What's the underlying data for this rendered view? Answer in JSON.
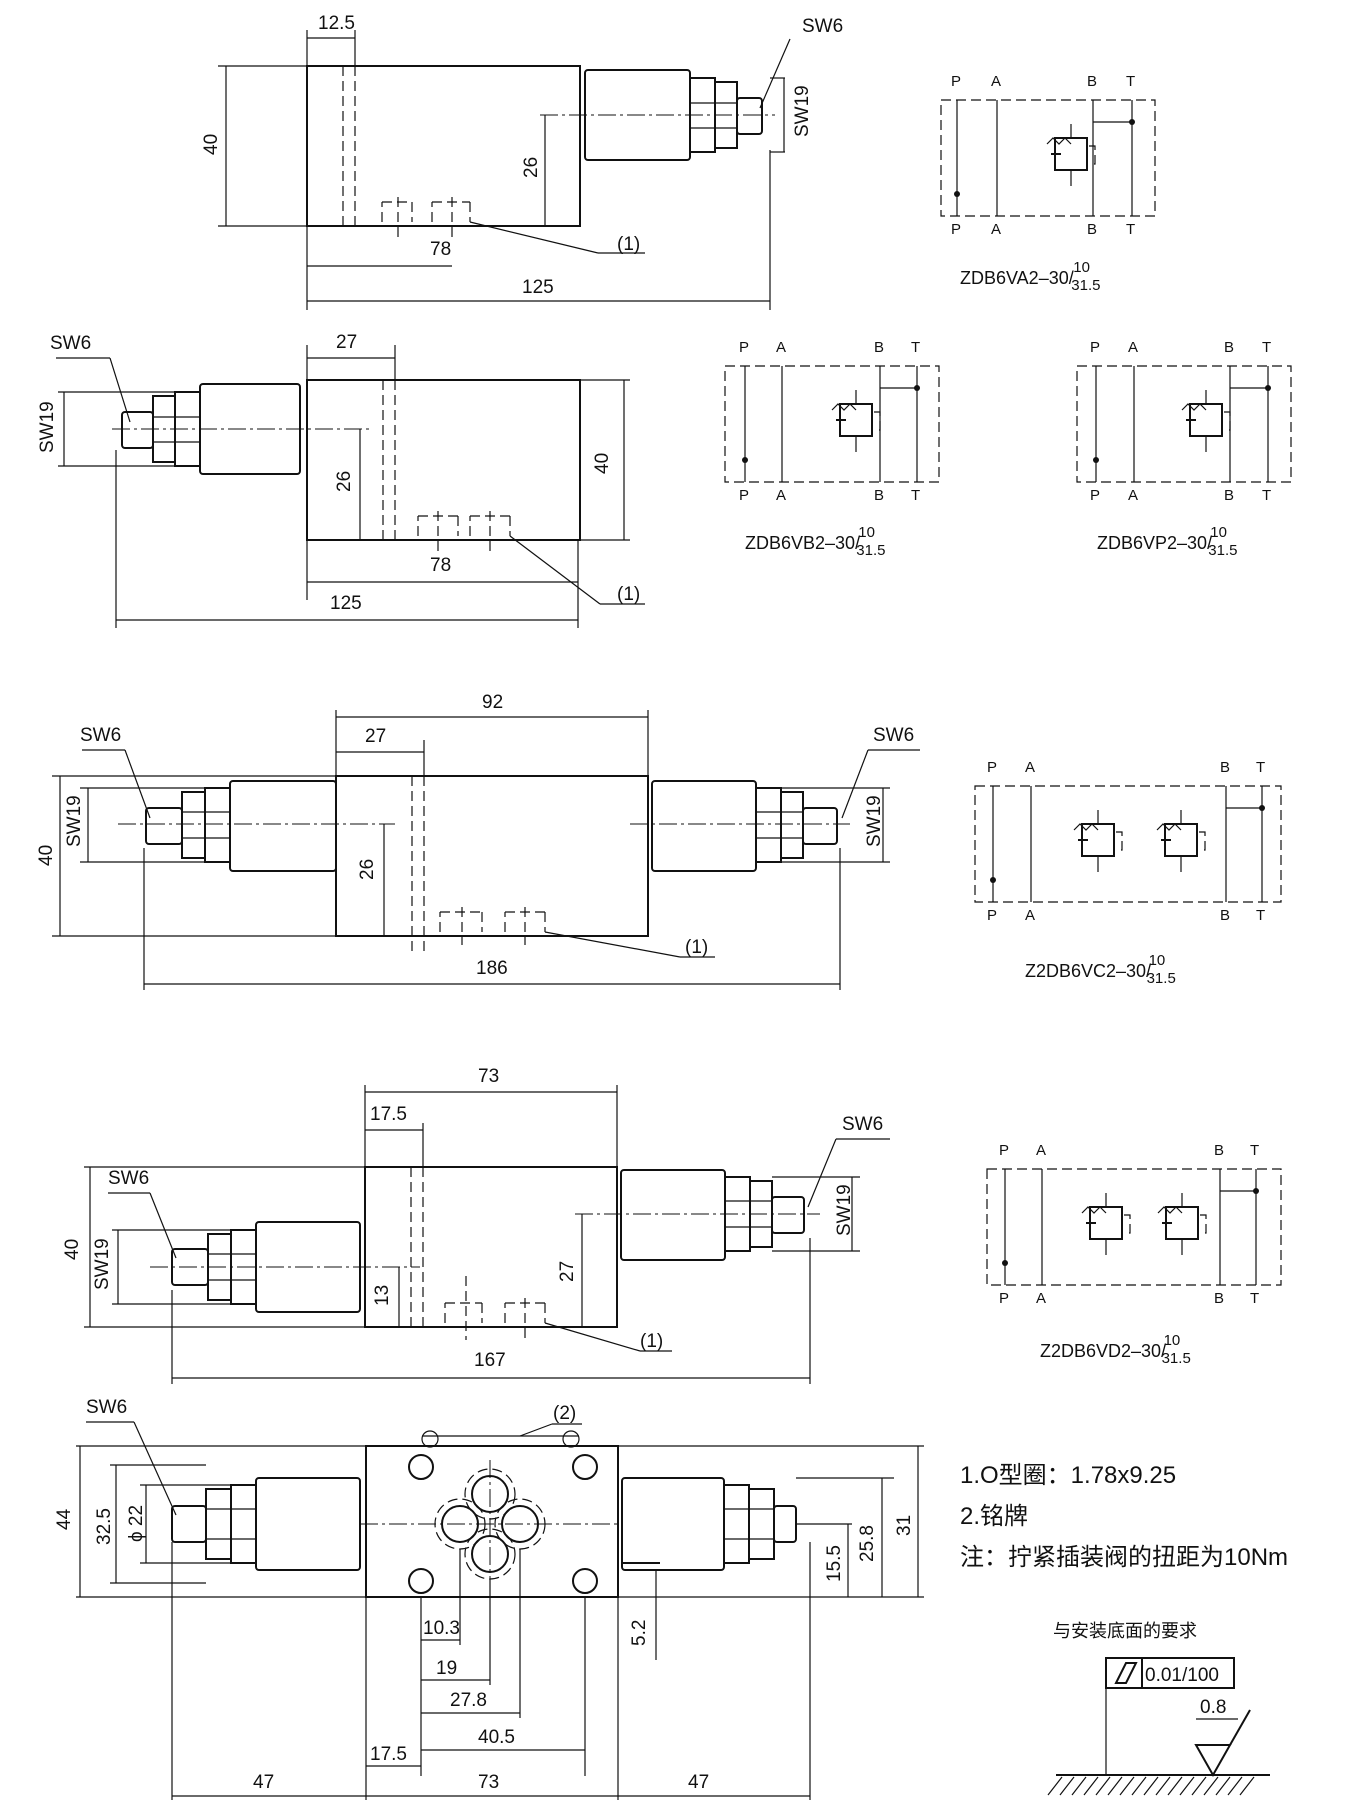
{
  "views": {
    "v1": {
      "d_width": "12.5",
      "sw_pin": "SW6",
      "sw_nut": "SW19",
      "d_height": "40",
      "d_center": "26",
      "d_ports": "78",
      "d_length": "125",
      "ref_seal": "(1)"
    },
    "v2": {
      "sw_pin": "SW6",
      "d_width": "27",
      "sw_nut": "SW19",
      "d_center": "26",
      "d_height": "40",
      "d_ports": "78",
      "d_length": "125",
      "ref_seal": "(1)"
    },
    "v3": {
      "d_top": "92",
      "d_width": "27",
      "sw_pin_left": "SW6",
      "sw_pin_right": "SW6",
      "d_height": "40",
      "sw_nut_left": "SW19",
      "sw_nut_right": "SW19",
      "d_center": "26",
      "d_length": "186",
      "ref_seal": "(1)"
    },
    "v4": {
      "d_top": "73",
      "d_width": "17.5",
      "sw_pin_right": "SW6",
      "sw_pin_left": "SW6",
      "d_height": "40",
      "sw_nut_left": "SW19",
      "sw_nut_right": "SW19",
      "d_left_center": "13",
      "d_right_center": "27",
      "d_length": "167",
      "ref_seal": "(1)"
    },
    "v5": {
      "sw_pin": "SW6",
      "ref_plate": "(2)",
      "d_44": "44",
      "d_32_5": "32.5",
      "d_phi22": "ϕ 22",
      "d_15_5": "15.5",
      "d_25_8": "25.8",
      "d_31": "31",
      "d_5_2": "5.2",
      "d_10_3": "10.3",
      "d_19": "19",
      "d_27_8": "27.8",
      "d_40_5": "40.5",
      "d_17_5": "17.5",
      "d_47_left": "47",
      "d_73": "73",
      "d_47_right": "47"
    }
  },
  "symbols": [
    {
      "ports_top": [
        "P",
        "A",
        "B",
        "T"
      ],
      "ports_bottom": [
        "P",
        "A",
        "B",
        "T"
      ],
      "model": "ZDB6VA2–30/",
      "sup": "10",
      "sub": "31.5"
    },
    {
      "ports_top": [
        "P",
        "A",
        "B",
        "T"
      ],
      "ports_bottom": [
        "P",
        "A",
        "B",
        "T"
      ],
      "model": "ZDB6VB2–30/",
      "sup": "10",
      "sub": "31.5"
    },
    {
      "ports_top": [
        "P",
        "A",
        "B",
        "T"
      ],
      "ports_bottom": [
        "P",
        "A",
        "B",
        "T"
      ],
      "model": "ZDB6VP2–30/",
      "sup": "10",
      "sub": "31.5"
    },
    {
      "ports_top": [
        "P",
        "A",
        "B",
        "T"
      ],
      "ports_bottom": [
        "P",
        "A",
        "B",
        "T"
      ],
      "model": "Z2DB6VC2–30/",
      "sup": "10",
      "sub": "31.5"
    },
    {
      "ports_top": [
        "P",
        "A",
        "B",
        "T"
      ],
      "ports_bottom": [
        "P",
        "A",
        "B",
        "T"
      ],
      "model": "Z2DB6VD2–30/",
      "sup": "10",
      "sub": "31.5"
    }
  ],
  "notes": {
    "item1": "1.O型圈：1.78x9.25",
    "item2": "2.铭牌",
    "torque": "注：拧紧插装阀的扭距为10Nm"
  },
  "surface": {
    "title": "与安装底面的要求",
    "flatness": "0.01/100",
    "roughness": "0.8"
  }
}
